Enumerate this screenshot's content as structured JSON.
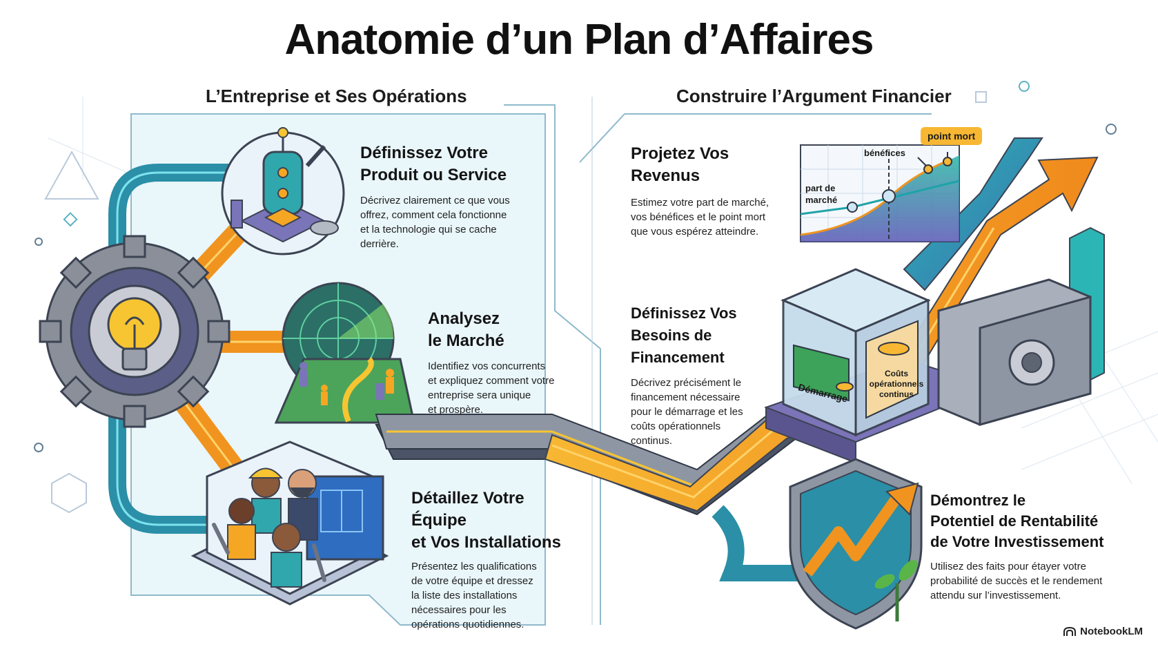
{
  "title": "Anatomie d’un Plan d’Affaires",
  "sections": {
    "left": "L’Entreprise et Ses Opérations",
    "right": "Construire l’Argument Financier"
  },
  "steps": [
    {
      "heading_1": "Définissez Votre",
      "heading_2": "Produit ou Service",
      "body": [
        "Décrivez clairement ce que vous",
        "offrez, comment cela fonctionne",
        "et la technologie qui se cache",
        "derrière."
      ]
    },
    {
      "heading_1": "Analysez",
      "heading_2": "le Marché",
      "body": [
        "Identifiez vos concurrents",
        "et expliquez comment votre",
        "entreprise sera unique",
        "et prospère."
      ]
    },
    {
      "heading_1": "Détaillez Votre Équipe",
      "heading_2": "et Vos Installations",
      "body": [
        "Présentez les qualifications",
        "de votre équipe et dressez",
        "la liste des installations",
        "nécessaires pour les",
        "opérations quotidiennes."
      ]
    },
    {
      "heading_1": "Projetez Vos",
      "heading_2": "Revenus",
      "body": [
        "Estimez votre part de marché,",
        "vos bénéfices et le point mort",
        "que vous espérez atteindre."
      ]
    },
    {
      "heading_1": "Définissez Vos",
      "heading_2": "Besoins de Financement",
      "body": [
        "Décrivez précisément le",
        "financement nécessaire",
        "pour le démarrage et les",
        "coûts opérationnels",
        "continus."
      ]
    },
    {
      "heading_1": "Démontrez le",
      "heading_2": "Potentiel de Rentabilité",
      "heading_3": "de Votre Investissement",
      "body": [
        "Utilisez des faits pour étayer votre",
        "probabilité de succès et le rendement",
        "attendu sur l’investissement."
      ]
    }
  ],
  "chart_labels": {
    "market_share_1": "part de",
    "market_share_2": "marché",
    "profits": "bénéfices",
    "break_even": "point mort"
  },
  "cube_labels": {
    "startup": "Démarrage",
    "ongoing_1": "Coûts",
    "ongoing_2": "opérationnels",
    "ongoing_3": "continus"
  },
  "brand": "NotebookLM",
  "colors": {
    "orange": "#f5a623",
    "teal": "#1fa3a8",
    "panel": "#e7f5fa",
    "gray": "#8f96a3",
    "purple": "#7b74b8"
  }
}
